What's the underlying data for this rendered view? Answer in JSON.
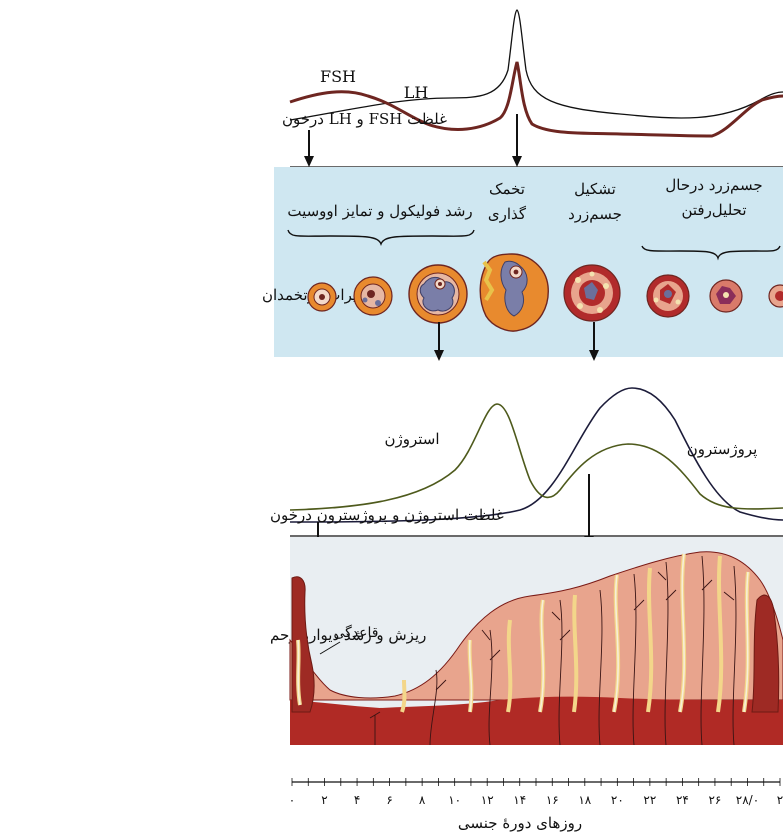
{
  "hormones_top": {
    "row_label": "غلظت FSH و LH درخون",
    "fsh_label": "FSH",
    "lh_label": "LH",
    "colors": {
      "fsh": "#6e2621",
      "lh": "#111111"
    }
  },
  "ovary": {
    "row_label": "تغییرات درتخمدان",
    "background": "#cfe7f1",
    "stages": {
      "follicle_growth": "رشد فولیکول و تمایز اووسیت",
      "ovulation_line1": "تخمک",
      "ovulation_line2": "گذاری",
      "corpus_luteum_line1": "تشکیل",
      "corpus_luteum_line2": "جسم‌زرد",
      "degenerating_line1": "جسم‌زرد درحال",
      "degenerating_line2": "تحلیل‌رفتن"
    }
  },
  "hormones_bottom": {
    "row_label": "غلظت استروژن و پروژسترون درخون",
    "estrogen_label": "استروژن",
    "progesterone_label": "پروژسترون",
    "colors": {
      "estrogen": "#4e5a1c",
      "progesterone": "#1c1c3a"
    }
  },
  "uterus": {
    "row_label": "ریزش و رشد دیوارهٔ رحم",
    "basal_label": "قاعدگی",
    "background": "#e9eef2",
    "colors": {
      "tissue": "#e8a48d",
      "base": "#b02a25",
      "dark": "#7a1a16"
    }
  },
  "axis": {
    "label": "روزهای دورهٔ جنسی",
    "ticks": [
      "۰",
      "۲",
      "۴",
      "۶",
      "۸",
      "۱۰",
      "۱۲",
      "۱۴",
      "۱۶",
      "۱۸",
      "۲۰",
      "۲۲",
      "۲۴",
      "۲۶",
      "۲۸/۰",
      "۲"
    ]
  }
}
